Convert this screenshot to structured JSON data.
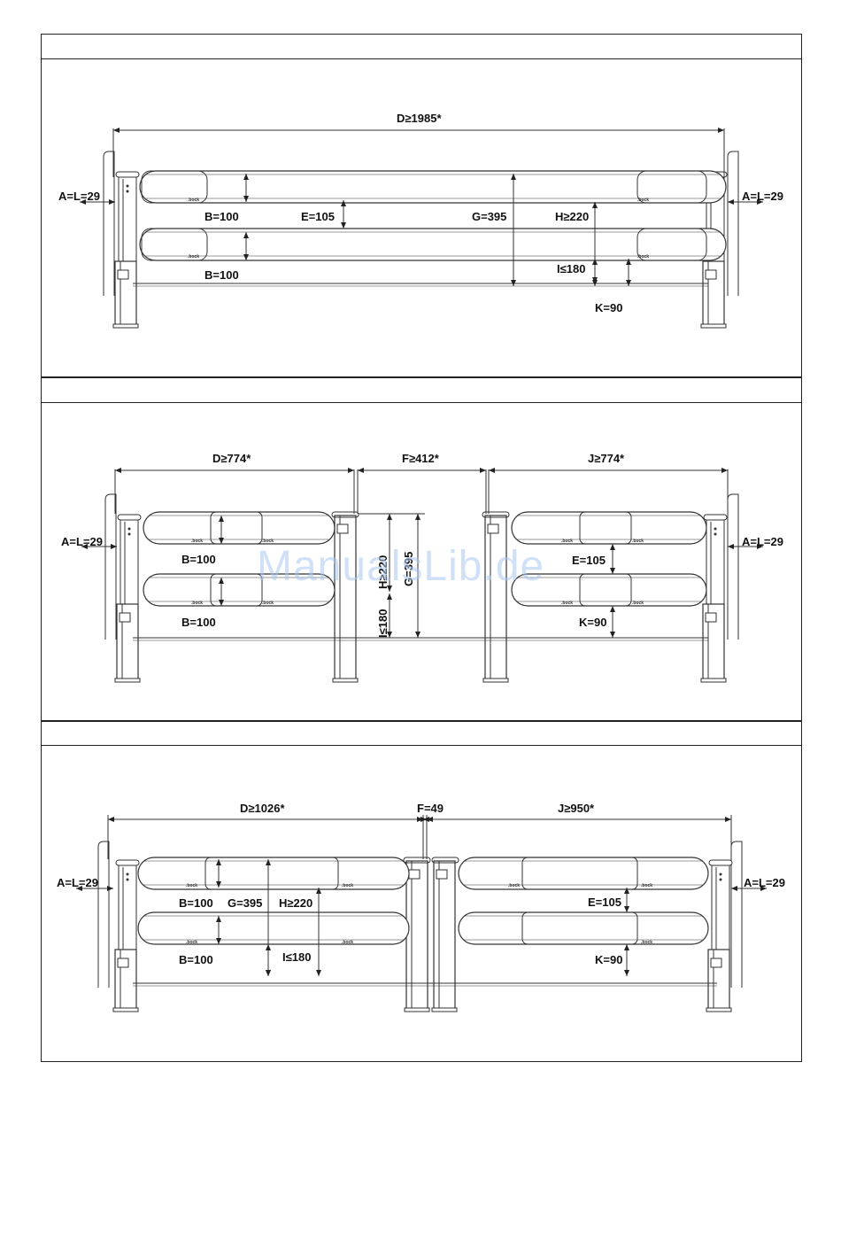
{
  "panel1": {
    "labels": {
      "d": "D≥1985*",
      "al_left": "A=L=29",
      "al_right": "A=L=29",
      "b_top": "B=100",
      "e": "E=105",
      "g": "G=395",
      "h": "H≥220",
      "b_bottom": "B=100",
      "i": "I≤180",
      "k": "K=90"
    }
  },
  "panel2": {
    "labels": {
      "d": "D≥774*",
      "f": "F≥412*",
      "j": "J≥774*",
      "al_left": "A=L=29",
      "al_right": "A=L=29",
      "b_top": "B=100",
      "b_bottom": "B=100",
      "h": "H≥220",
      "g": "G=395",
      "i": "I≤180",
      "e": "E=105",
      "k": "K=90"
    }
  },
  "panel3": {
    "labels": {
      "d": "D≥1026*",
      "f": "F=49",
      "j": "J≥950*",
      "al_left": "A=L=29",
      "al_right": "A=L=29",
      "b_top": "B=100",
      "g": "G=395",
      "h": "H≥220",
      "b_bottom": "B=100",
      "i": "I≤180",
      "e": "E=105",
      "k": "K=90"
    }
  },
  "brand": ".bock",
  "watermark": "ManualsLib.de"
}
